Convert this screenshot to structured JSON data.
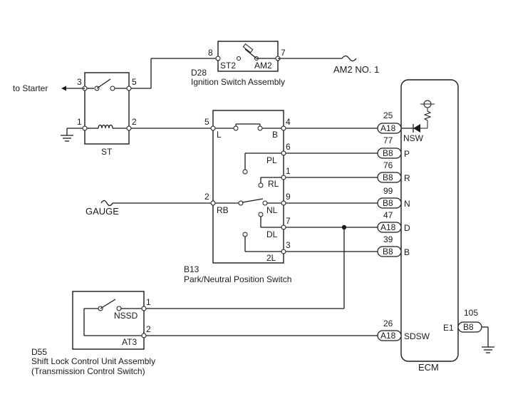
{
  "components": {
    "ignition_switch": {
      "code": "D28",
      "name": "Ignition Switch Assembly",
      "terminals": [
        "ST2",
        "AM2"
      ],
      "pins": [
        "8",
        "7"
      ]
    },
    "st_relay": {
      "name": "ST",
      "pins": [
        "3",
        "5",
        "1",
        "2"
      ]
    },
    "pnp_switch": {
      "code": "B13",
      "name": "Park/Neutral Position Switch",
      "terminals": [
        "L",
        "B",
        "PL",
        "RL",
        "RB",
        "NL",
        "DL",
        "2L"
      ],
      "pins": [
        "5",
        "4",
        "6",
        "1",
        "2",
        "9",
        "7",
        "3"
      ]
    },
    "shift_lock": {
      "code": "D55",
      "name": "Shift Lock Control Unit Assembly",
      "subname": "(Transmission Control Switch)",
      "terminals": [
        "NSSD",
        "AT3"
      ],
      "pins": [
        "1",
        "2"
      ]
    },
    "ecm": {
      "name": "ECM"
    }
  },
  "external_labels": {
    "to_starter": "to Starter",
    "am2_fuse": "AM2 NO. 1",
    "gauge": "GAUGE"
  },
  "ecm_inputs": [
    {
      "pin": "25",
      "connector": "A18",
      "signal": "NSW"
    },
    {
      "pin": "77",
      "connector": "B8",
      "signal": "P"
    },
    {
      "pin": "76",
      "connector": "B8",
      "signal": "R"
    },
    {
      "pin": "99",
      "connector": "B8",
      "signal": "N"
    },
    {
      "pin": "47",
      "connector": "A18",
      "signal": "D"
    },
    {
      "pin": "39",
      "connector": "B8",
      "signal": "B"
    },
    {
      "pin": "26",
      "connector": "A18",
      "signal": "SDSW"
    }
  ],
  "ecm_ground": {
    "pin": "105",
    "connector": "B8",
    "signal": "E1"
  }
}
